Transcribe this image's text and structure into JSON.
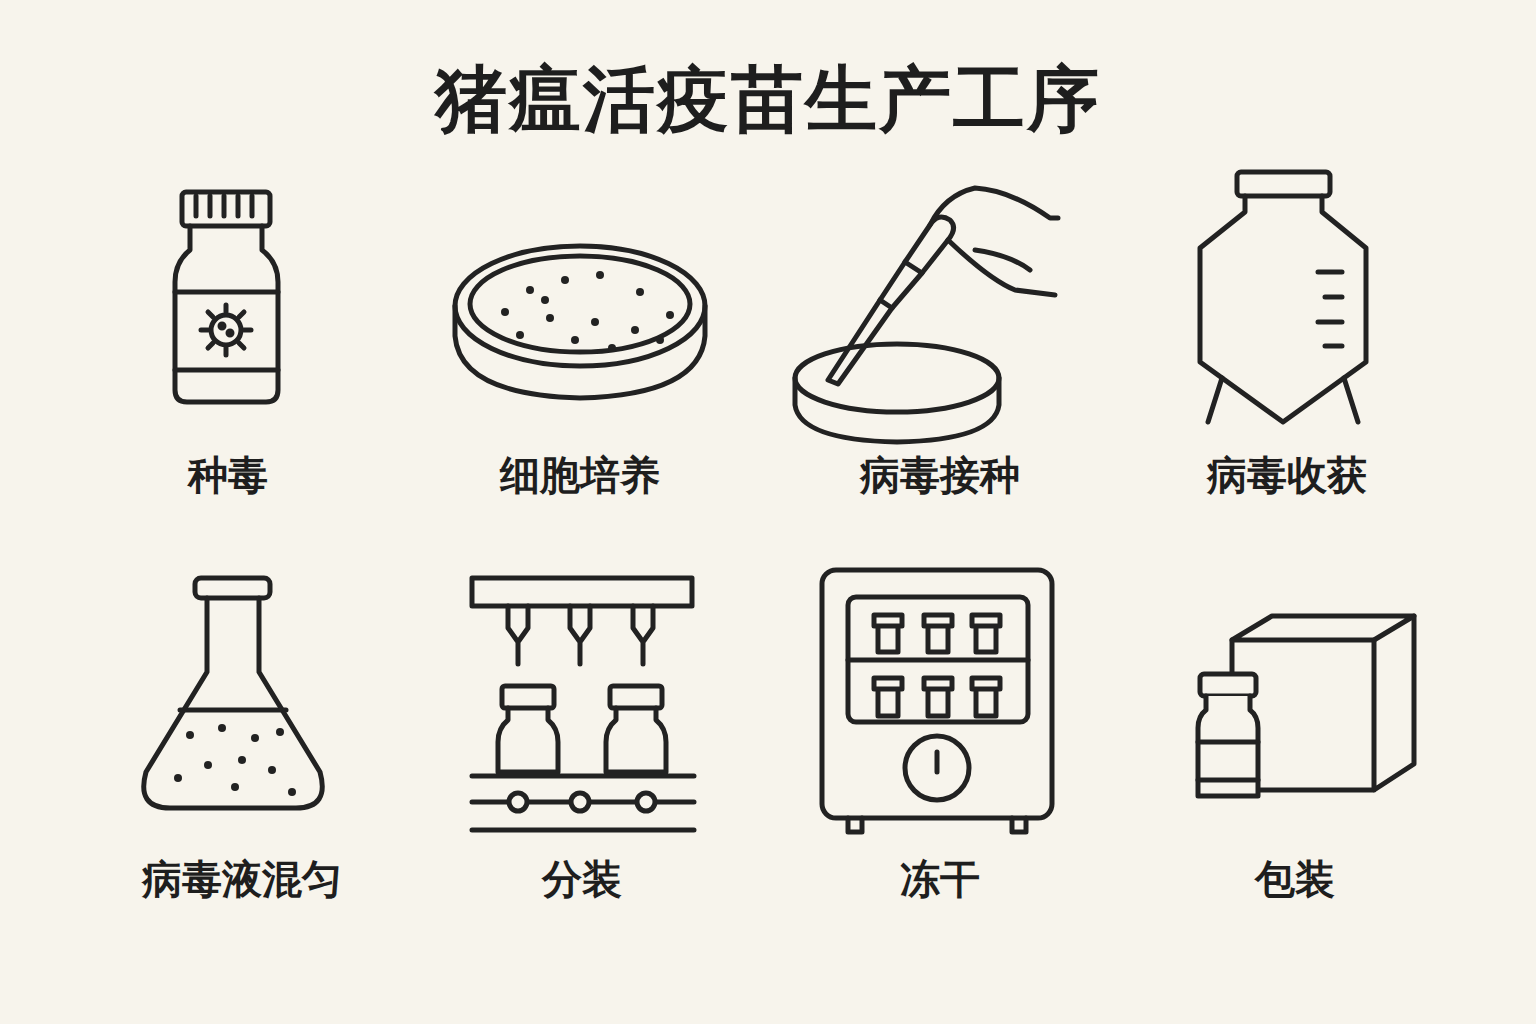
{
  "diagram": {
    "title": "猪瘟活疫苗生产工序",
    "labels": [
      "种毒",
      "细胞培养",
      "病毒接种",
      "病毒收获",
      "病毒液混匀",
      "分装",
      "冻干",
      "包装"
    ]
  }
}
